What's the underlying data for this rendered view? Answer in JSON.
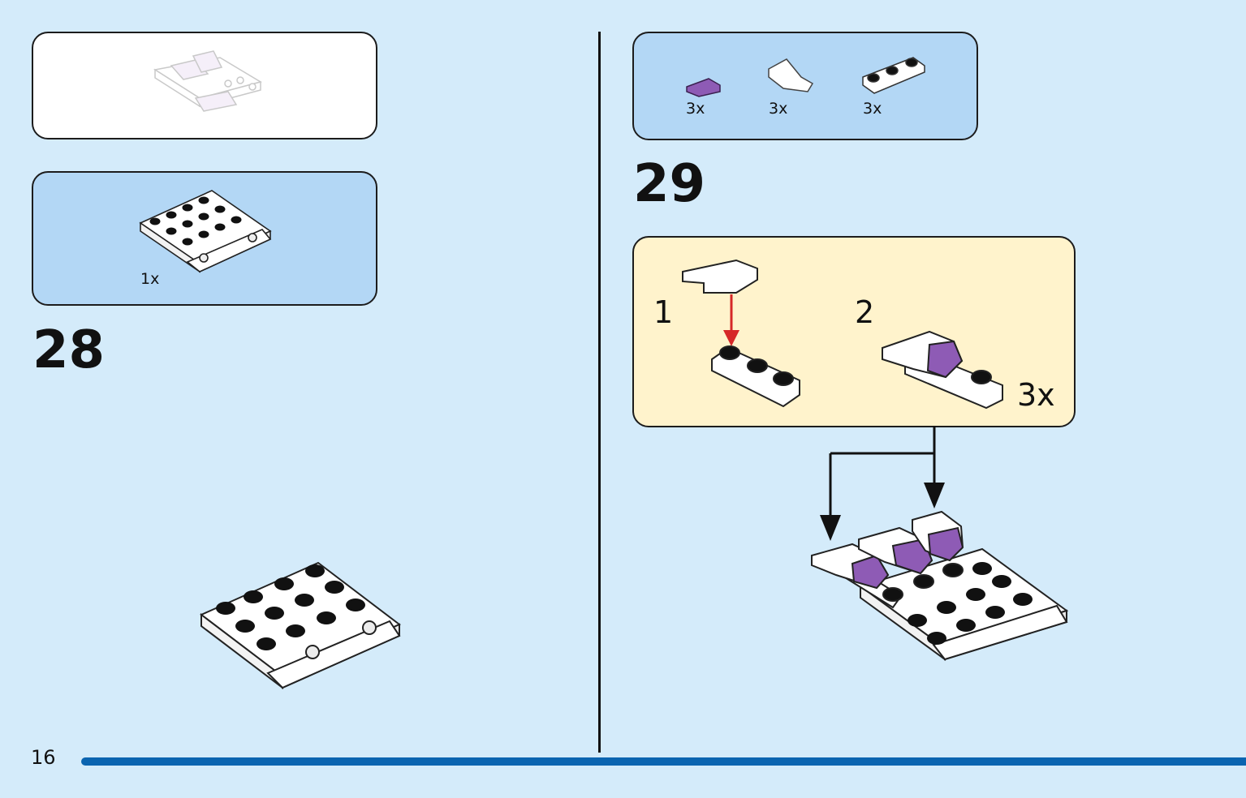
{
  "page": {
    "number": "16"
  },
  "colors": {
    "background": "#d4ebfa",
    "parts_box": "#b3d7f5",
    "substep_box": "#fff3cc",
    "accent_purple": "#8e5bb5",
    "progress_bar": "#0a64b0",
    "arrow_red": "#d62828"
  },
  "step28": {
    "number": "28",
    "parts": [
      {
        "quantity": "1x",
        "icon": "white-hinge-plate-icon"
      }
    ]
  },
  "step29": {
    "number": "29",
    "parts": [
      {
        "quantity": "3x",
        "icon": "purple-curved-slope-icon"
      },
      {
        "quantity": "3x",
        "icon": "white-wedge-slope-icon"
      },
      {
        "quantity": "3x",
        "icon": "white-1x3-plate-icon"
      }
    ],
    "substeps": [
      {
        "label": "1"
      },
      {
        "label": "2"
      }
    ],
    "repeat": "3x"
  }
}
